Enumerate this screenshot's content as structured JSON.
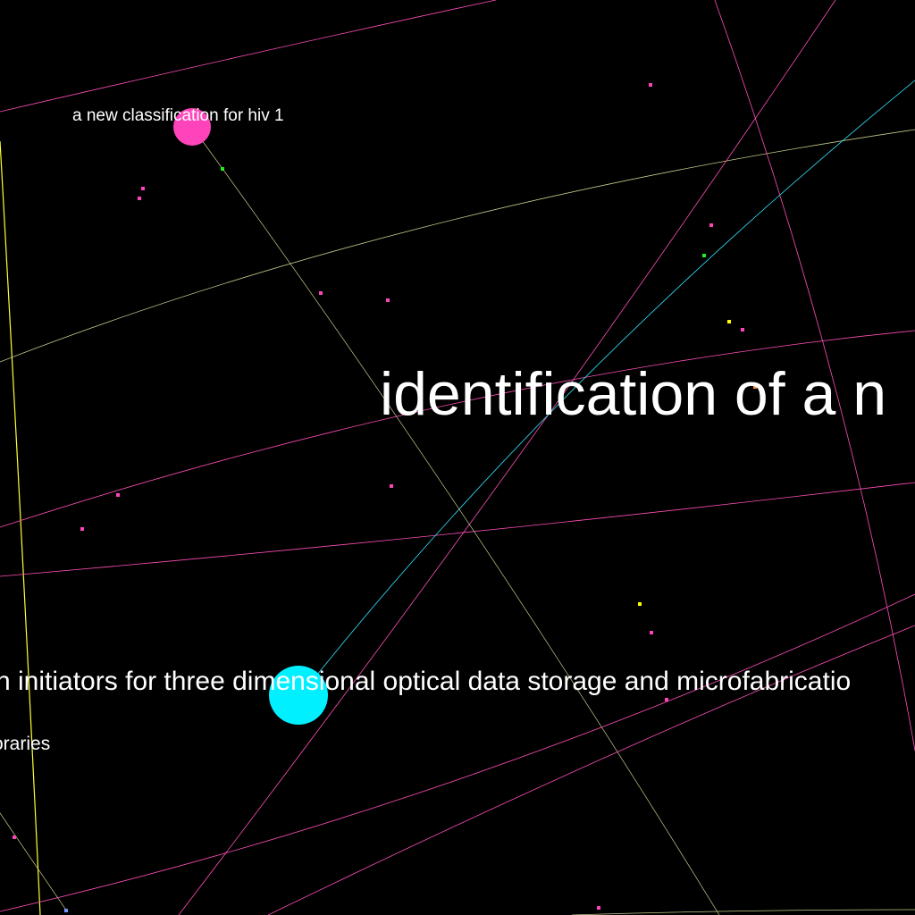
{
  "colors": {
    "background": "#000000",
    "edge_pink": "#ff4fb8",
    "edge_yellow": "#ffff33",
    "edge_cyan": "#33e6ff",
    "edge_olive": "#c8c88c",
    "node_pink": "#ff44bb",
    "node_cyan": "#00f0ff",
    "node_green": "#22ee22",
    "node_yellow": "#ffff00",
    "node_orange": "#ff8833",
    "node_blue": "#7799ff",
    "label": "#ffffff"
  },
  "labels": {
    "hiv": "a new classification for hiv 1",
    "identification": "identification of a n",
    "photoinitiators": "n initiators for three dimensional optical data storage and microfabricatio",
    "libraries": "oraries"
  },
  "nodes": [
    {
      "name": "node-hiv",
      "color": "node_pink",
      "size": "large"
    },
    {
      "name": "node-optical",
      "color": "node_cyan",
      "size": "large"
    },
    {
      "name": "node-small",
      "color": "node_pink",
      "size": "small"
    },
    {
      "name": "node-small",
      "color": "node_green",
      "size": "small"
    },
    {
      "name": "node-small",
      "color": "node_yellow",
      "size": "small"
    },
    {
      "name": "node-small",
      "color": "node_orange",
      "size": "small"
    },
    {
      "name": "node-small",
      "color": "node_blue",
      "size": "small"
    }
  ]
}
